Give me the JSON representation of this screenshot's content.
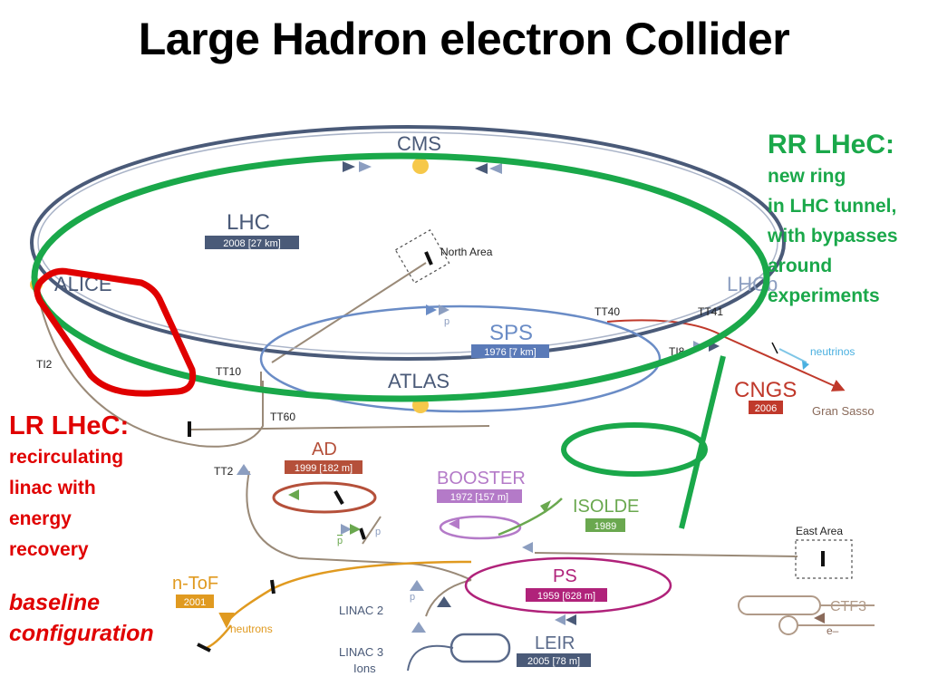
{
  "title": "Large Hadron electron Collider",
  "rr": {
    "heading": "RR LHeC:",
    "lines": [
      "new ring",
      "in LHC tunnel,",
      "with bypasses",
      "around",
      "experiments"
    ]
  },
  "lr": {
    "heading": "LR LHeC:",
    "lines": [
      "recirculating",
      "linac with",
      "energy",
      "recovery"
    ],
    "baseline": [
      "baseline",
      "configuration"
    ]
  },
  "labels": {
    "cms": "CMS",
    "lhc": "LHC",
    "lhc_year": "2008 [27 km]",
    "alice": "ALICE",
    "lhcb": "LHCb",
    "north_area": "North Area",
    "sps": "SPS",
    "sps_year": "1976 [7 km]",
    "atlas": "ATLAS",
    "tt40": "TT40",
    "tt41": "TT41",
    "ti8": "TI8",
    "ti2": "TI2",
    "tt10": "TT10",
    "tt60": "TT60",
    "tt2": "TT2",
    "cngs": "CNGS",
    "cngs_year": "2006",
    "neutrinos": "neutrinos",
    "gran_sasso": "Gran Sasso",
    "ad": "AD",
    "ad_year": "1999 [182 m]",
    "booster": "BOOSTER",
    "booster_year": "1972 [157 m]",
    "isolde": "ISOLDE",
    "isolde_year": "1989",
    "east_area": "East Area",
    "ps": "PS",
    "ps_year": "1959 [628 m]",
    "ntof": "n-ToF",
    "ntof_year": "2001",
    "neutrons": "neutrons",
    "linac2": "LINAC 2",
    "linac3": "LINAC 3",
    "ions": "Ions",
    "leir": "LEIR",
    "leir_year": "2005 [78 m]",
    "ctf3": "CTF3",
    "eminus": "e–",
    "p": "p",
    "pbar": "p"
  },
  "colors": {
    "rr_green": "#1aa84a",
    "lr_red": "#e00000",
    "lhc_ring": "#4a5a78",
    "sps_ring": "#6a8cc6",
    "ps_ring": "#b0227a",
    "ad_ring": "#b5503a",
    "booster_ring": "#b47ac8",
    "cngs_red": "#c0392b",
    "ntof_orange": "#e09a20",
    "isolde_green": "#6aa84f",
    "transfer": "#9a8a78",
    "ctf3": "#b09a88"
  }
}
